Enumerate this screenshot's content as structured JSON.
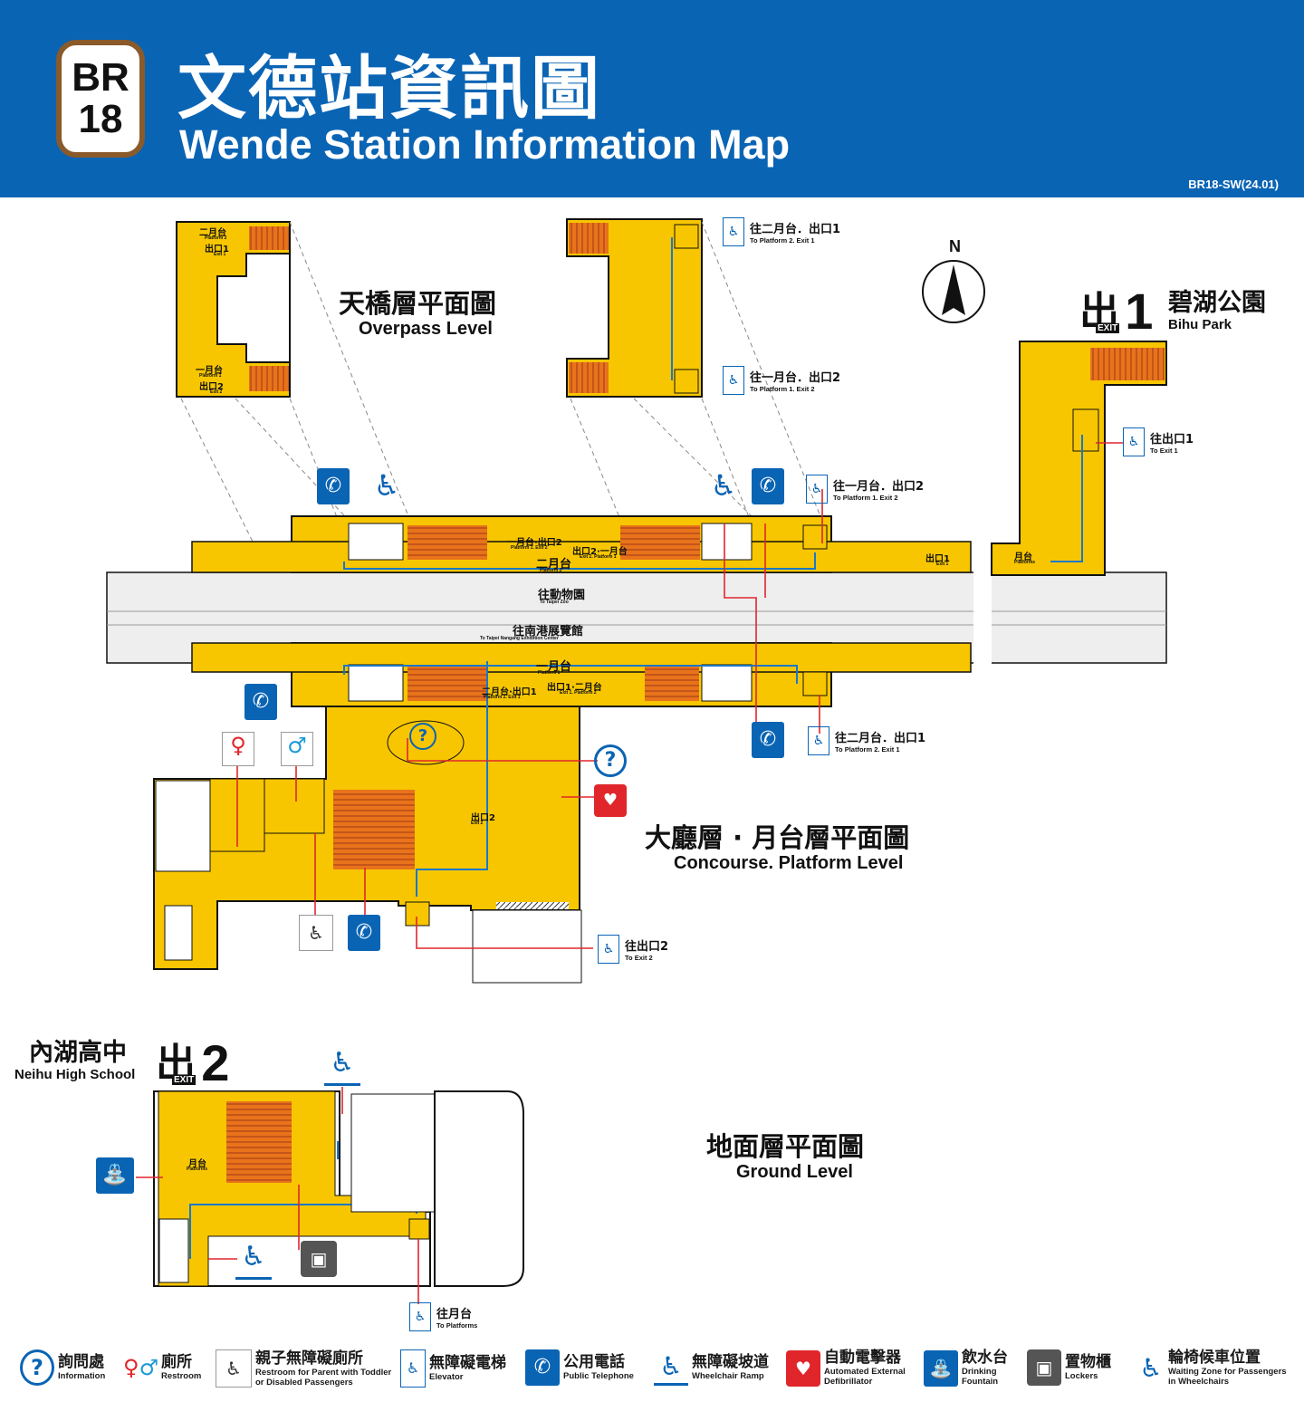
{
  "header": {
    "badge_line1": "BR",
    "badge_line2": "18",
    "title_zh": "文德站資訊圖",
    "title_en": "Wende Station Information Map",
    "doc_code": "BR18-SW(24.01)",
    "bg_color": "#0a64b4",
    "badge_border_color": "#8a5a2b"
  },
  "levels": {
    "overpass_zh": "天橋層平面圖",
    "overpass_en": "Overpass Level",
    "concourse_zh": "大廳層 · 月台層平面圖",
    "concourse_en": "Concourse. Platform Level",
    "ground_zh": "地面層平面圖",
    "ground_en": "Ground Level"
  },
  "compass": "N",
  "exits": {
    "exit1": {
      "glyph": "出",
      "sub": "EXIT",
      "num": "1",
      "place_zh": "碧湖公園",
      "place_en": "Bihu Park"
    },
    "exit2": {
      "glyph": "出",
      "sub": "EXIT",
      "num": "2",
      "place_zh": "內湖高中",
      "place_en": "Neihu High School"
    }
  },
  "elevator_tags": {
    "ov_p2e1_zh": "往二月台．出口1",
    "ov_p2e1_en": "To Platform 2. Exit 1",
    "ov_p1e2_zh": "往一月台．出口2",
    "ov_p1e2_en": "To Platform 1. Exit 2",
    "e1_zh": "往出口1",
    "e1_en": "To Exit 1",
    "c_p1e2_zh": "往一月台．出口2",
    "c_p1e2_en": "To Platform 1. Exit 2",
    "c_p2e1_zh": "往二月台．出口1",
    "c_p2e1_en": "To Platform 2. Exit 1",
    "e2_zh": "往出口2",
    "e2_en": "To Exit 2",
    "platforms_zh": "往月台",
    "platforms_en": "To Platforms"
  },
  "map_labels": {
    "ov_p2": "二月台",
    "ov_p2_en": "Platform 2",
    "ov_e1": "出口1",
    "ov_e1_en": "Exit 1",
    "ov_p1": "一月台",
    "ov_p1_en": "Platform 1",
    "ov_e2": "出口2",
    "ov_e2_en": "Exit 2",
    "c_p1e2": "一月台·出口2",
    "c_p1e2_en": "Platform 1. Exit 2",
    "c_e2p1": "出口2·一月台",
    "c_e2p1_en": "Exit 2. Platform 1",
    "c_p2": "二月台",
    "c_p2_en": "Platform 2",
    "c_e1": "出口1",
    "c_e1_en": "Exit 1",
    "c_plat": "月台",
    "c_plat_en": "Platforms",
    "zoo_zh": "往動物園",
    "zoo_en": "To Taipei Zoo",
    "nangang_zh": "往南港展覽館",
    "nangang_en": "To Taipei Nangang Exhibition Center",
    "c_p1": "一月台",
    "c_p1_en": "Platform 1",
    "c_p2e1": "二月台·出口1",
    "c_p2e1_en": "Platform 2. Exit 1",
    "c_e1p2": "出口1·二月台",
    "c_e1p2_en": "Exit 1. Platform 2",
    "c_exit2": "出口2",
    "c_exit2_en": "Exit 2",
    "g_plat": "月台",
    "g_plat_en": "Platforms"
  },
  "legend": [
    {
      "icon": "information-icon",
      "zh": "詢問處",
      "en": "Information"
    },
    {
      "icon": "restroom-icon",
      "zh": "廁所",
      "en": "Restroom"
    },
    {
      "icon": "family-restroom-icon",
      "zh": "親子無障礙廁所",
      "en": "Restroom for Parent with Toddler or Disabled Passengers"
    },
    {
      "icon": "elevator-icon",
      "zh": "無障礙電梯",
      "en": "Elevator"
    },
    {
      "icon": "telephone-icon",
      "zh": "公用電話",
      "en": "Public Telephone"
    },
    {
      "icon": "wheelchair-ramp-icon",
      "zh": "無障礙坡道",
      "en": "Wheelchair Ramp"
    },
    {
      "icon": "aed-icon",
      "zh": "自動電擊器",
      "en": "Automated External Defibrillator"
    },
    {
      "icon": "drinking-fountain-icon",
      "zh": "飲水台",
      "en": "Drinking Fountain"
    },
    {
      "icon": "lockers-icon",
      "zh": "置物櫃",
      "en": "Lockers"
    },
    {
      "icon": "wheelchair-waiting-icon",
      "zh": "輪椅候車位置",
      "en": "Waiting Zone for Passengers in Wheelchairs"
    }
  ],
  "colors": {
    "floor": "#f7c600",
    "escalator": "#e8731a",
    "route": "#1b78c8",
    "link": "#e0262b",
    "icon_blue": "#0a64b4",
    "aed_red": "#e0262b"
  }
}
